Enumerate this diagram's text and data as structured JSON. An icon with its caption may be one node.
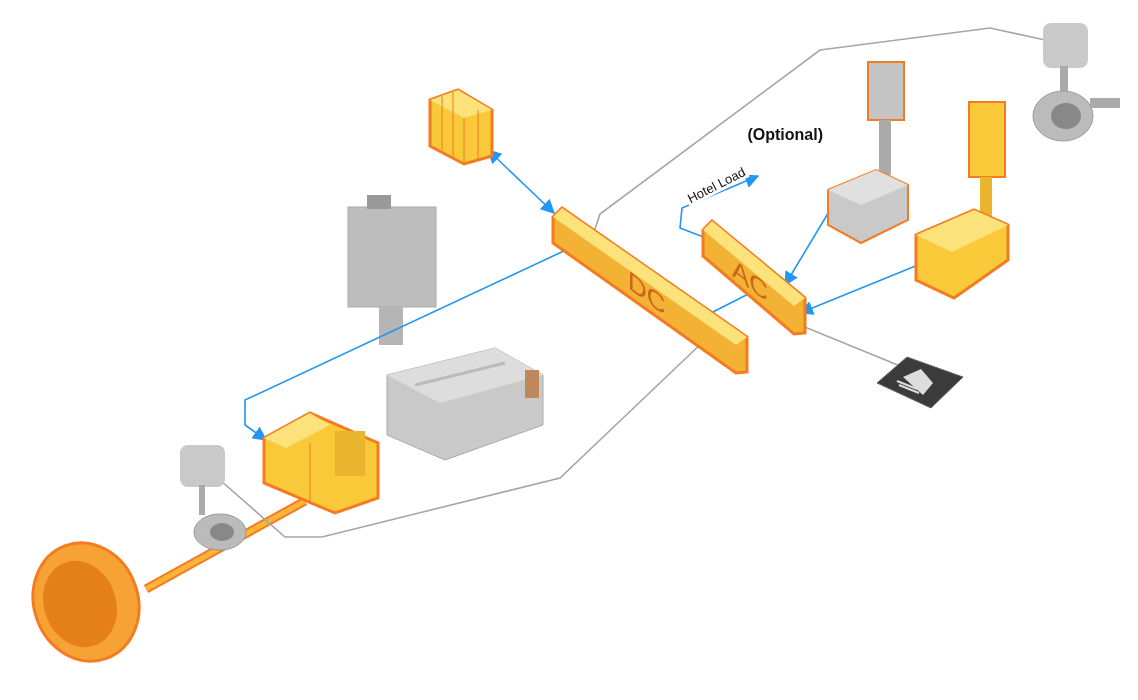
{
  "diagram": {
    "nodes": [
      {
        "text": [],
        "shape": "picture"
      },
      {
        "text": [
          "DC"
        ]
      },
      {
        "text": [
          "AC"
        ]
      },
      {
        "text": [],
        "shape": "picture"
      },
      {
        "text": [],
        "shape": "picture"
      },
      {
        "text": [],
        "shape": "picture"
      },
      {
        "text": [],
        "shape": "picture",
        "beside": [
          "(Optional)"
        ]
      },
      {
        "text": [],
        "shape": "picture"
      },
      {
        "text": [],
        "shape": "picture"
      },
      {
        "text": [],
        "shape": "picture"
      },
      {
        "text": [],
        "shape": "picture"
      }
    ],
    "edges": [
      {
        "from": 0,
        "to": 1,
        "arrow": "both"
      },
      {
        "from": 1,
        "to": 4,
        "arrow": "to"
      },
      {
        "from": 2,
        "to": 1,
        "arrow": "none"
      },
      {
        "from": 6,
        "to": 2,
        "arrow": "to"
      },
      {
        "from": 7,
        "to": 2,
        "arrow": "to"
      },
      {
        "from": 2,
        "to": null,
        "arrow": "to",
        "label": "Hotel Load"
      },
      {
        "from": 1,
        "to": 9,
        "arrow": "none",
        "color": "#a6a6a6"
      },
      {
        "from": 1,
        "to": 10,
        "arrow": "none",
        "color": "#a6a6a6"
      },
      {
        "from": 2,
        "to": 8,
        "arrow": "none",
        "color": "#a6a6a6"
      }
    ]
  }
}
